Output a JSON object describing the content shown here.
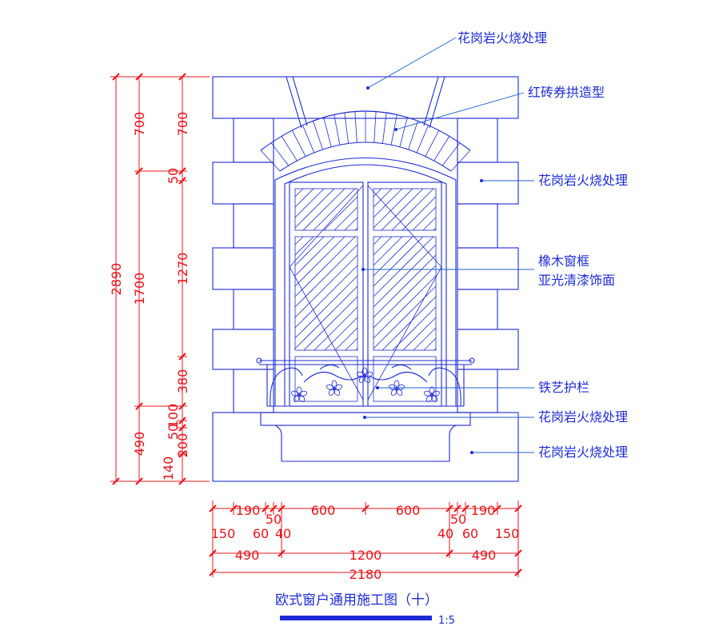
{
  "callouts": {
    "top_granite": "花岗岩火烧处理",
    "brick_arch": "红砖券拱造型",
    "side_granite": "花岗岩火烧处理",
    "frame_line1": "橡木窗框",
    "frame_line2": "亚光清漆饰面",
    "railing": "铁艺护栏",
    "sill_granite": "花岗岩火烧处理",
    "base_granite": "花岗岩火烧处理"
  },
  "left_dims": {
    "outer_total": "2890",
    "mid_top": "700",
    "mid_window": "1700",
    "mid_bottom": "490",
    "inner_top": "700",
    "inner_a": "50",
    "inner_b": "1270",
    "inner_c": "380",
    "inner_d": "100",
    "inner_e": "50",
    "inner_f": "200",
    "inner_g": "140"
  },
  "bottom_dims": {
    "row1": [
      "190",
      "50",
      "600",
      "600",
      "50",
      "190"
    ],
    "row2": [
      "150",
      "60",
      "40",
      "40",
      "60",
      "150"
    ],
    "row3": [
      "490",
      "1200",
      "490"
    ],
    "row4": "2180"
  },
  "footer": {
    "title": "欧式窗户通用施工图（十）",
    "scale": "1:5"
  }
}
